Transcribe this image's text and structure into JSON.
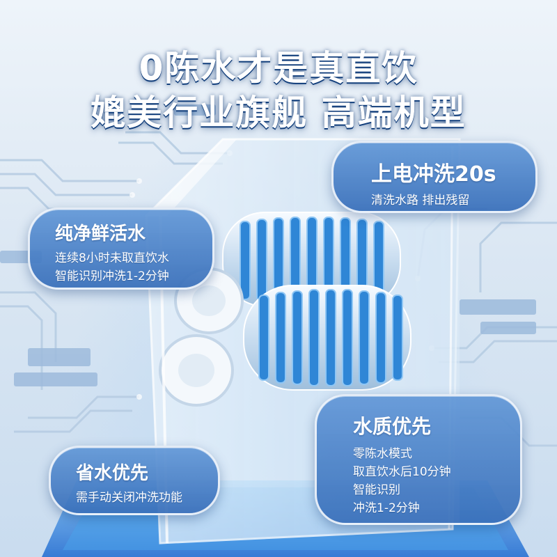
{
  "headline": {
    "line1": "0陈水才是真直饮",
    "line2": "媲美行业旗舰 高端机型"
  },
  "cards": {
    "flush": {
      "title": "上电冲洗20s",
      "lines": [
        "清洗水路 排出残留"
      ]
    },
    "fresh": {
      "title": "纯净鲜活水",
      "lines": [
        "连续8小时未取直饮水",
        "智能识别冲洗1-2分钟"
      ]
    },
    "quality": {
      "title": "水质优先",
      "lines": [
        "零陈水模式",
        "取直饮水后10分钟",
        "智能识别",
        "冲洗1-2分钟"
      ]
    },
    "save": {
      "title": "省水优先",
      "lines": [
        "需手动关闭冲洗功能"
      ]
    }
  },
  "colors": {
    "card_fill": "#4f86c9",
    "filter_blue": "#2f86d6",
    "headline_outline": "#0f3c7a",
    "background": "#dde9f5"
  }
}
